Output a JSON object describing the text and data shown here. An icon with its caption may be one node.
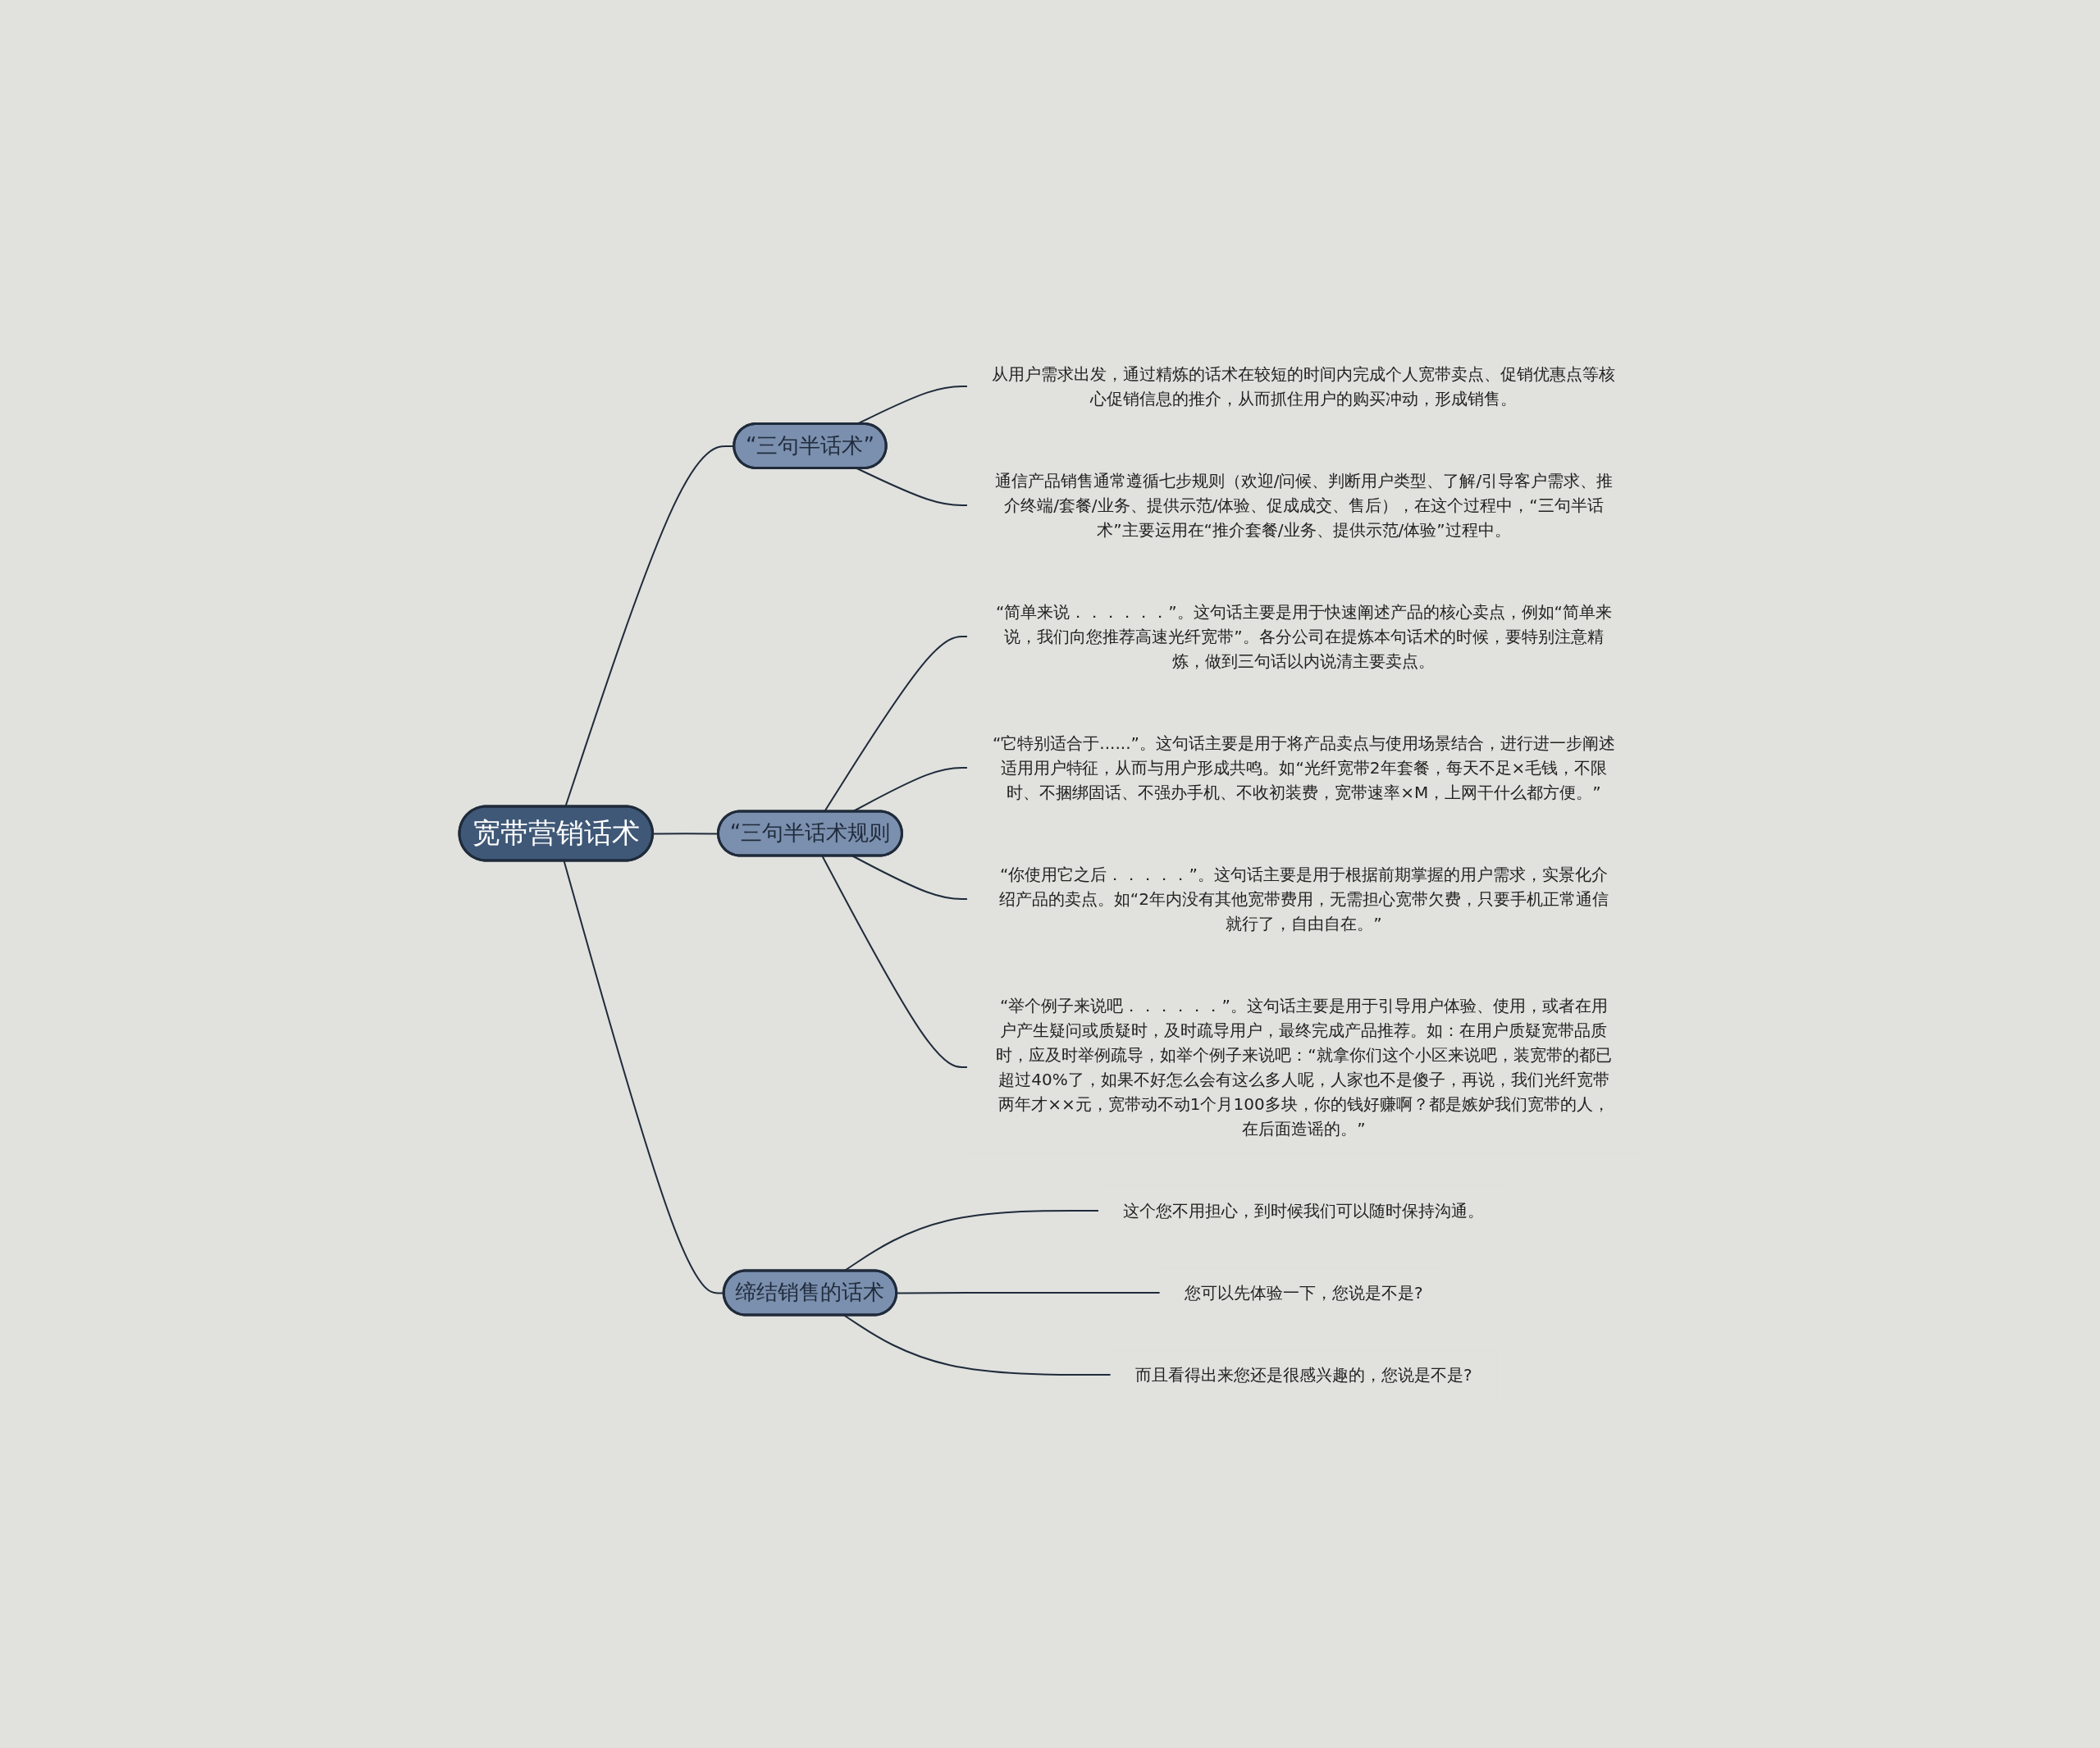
{
  "diagram": {
    "nodes": [
      {
        "text": [
          "宽带营销话术"
        ]
      },
      {
        "text": [
          "“三句半话术”"
        ]
      },
      {
        "text": [
          "从用户需求出发，通过精炼的话术在较短的时间内完成个人宽带卖点、促销优惠点等核心促销信息的推介，从而抓住用户的购买冲动，形成销售。"
        ]
      },
      {
        "text": [
          "通信产品销售通常遵循七步规则（欢迎/问候、判断用户类型、了解/引导客户需求、推介终端/套餐/业务、提供示范/体验、促成成交、售后），在这个过程中，“三句半话术”主要运用在“推介套餐/业务、提供示范/体验”过程中。"
        ]
      },
      {
        "text": [
          "“三句半话术规则"
        ]
      },
      {
        "text": [
          "“简单来说．．．．．．”。这句话主要是用于快速阐述产品的核心卖点，例如“简单来说，我们向您推荐高速光纤宽带”。各分公司在提炼本句话术的时候，要特别注意精炼，做到三句话以内说清主要卖点。"
        ]
      },
      {
        "text": [
          "“它特别适合于......”。这句话主要是用于将产品卖点与使用场景结合，进行进一步阐述适用用户特征，从而与用户形成共鸣。如“光纤宽带2年套餐，每天不足×毛钱，不限时、不捆绑固话、不强办手机、不收初装费，宽带速率×M，上网干什么都方便。”"
        ]
      },
      {
        "text": [
          "“你使用它之后．．．．．”。这句话主要是用于根据前期掌握的用户需求，实景化介绍产品的卖点。如“2年内没有其他宽带费用，无需担心宽带欠费，只要手机正常通信就行了，自由自在。”"
        ]
      },
      {
        "text": [
          "“举个例子来说吧．．．．．．”。这句话主要是用于引导用户体验、使用，或者在用户产生疑问或质疑时，及时疏导用户，最终完成产品推荐。如：在用户质疑宽带品质时，应及时举例疏导，如举个例子来说吧：“就拿你们这个小区来说吧，装宽带的都已超过40%了，如果不好怎么会有这么多人呢，人家也不是傻子，再说，我们光纤宽带两年才××元，宽带动不动1个月100多块，你的钱好赚啊？都是嫉妒我们宽带的人，在后面造谣的。”"
        ]
      },
      {
        "text": [
          "缔结销售的话术"
        ]
      },
      {
        "text": [
          "这个您不用担心，到时候我们可以随时保持沟通。"
        ]
      },
      {
        "text": [
          "您可以先体验一下，您说是不是?"
        ]
      },
      {
        "text": [
          "而且看得出来您还是很感兴趣的，您说是不是?"
        ]
      }
    ],
    "edges": [
      {
        "from": 0,
        "to": 1,
        "arrow": "none"
      },
      {
        "from": 1,
        "to": 2,
        "arrow": "none"
      },
      {
        "from": 1,
        "to": 3,
        "arrow": "none"
      },
      {
        "from": 0,
        "to": 4,
        "arrow": "none"
      },
      {
        "from": 4,
        "to": 5,
        "arrow": "none"
      },
      {
        "from": 4,
        "to": 6,
        "arrow": "none"
      },
      {
        "from": 4,
        "to": 7,
        "arrow": "none"
      },
      {
        "from": 4,
        "to": 8,
        "arrow": "none"
      },
      {
        "from": 0,
        "to": 9,
        "arrow": "none"
      },
      {
        "from": 9,
        "to": 10,
        "arrow": "none"
      },
      {
        "from": 9,
        "to": 11,
        "arrow": "none"
      },
      {
        "from": 9,
        "to": 12,
        "arrow": "none"
      }
    ]
  }
}
